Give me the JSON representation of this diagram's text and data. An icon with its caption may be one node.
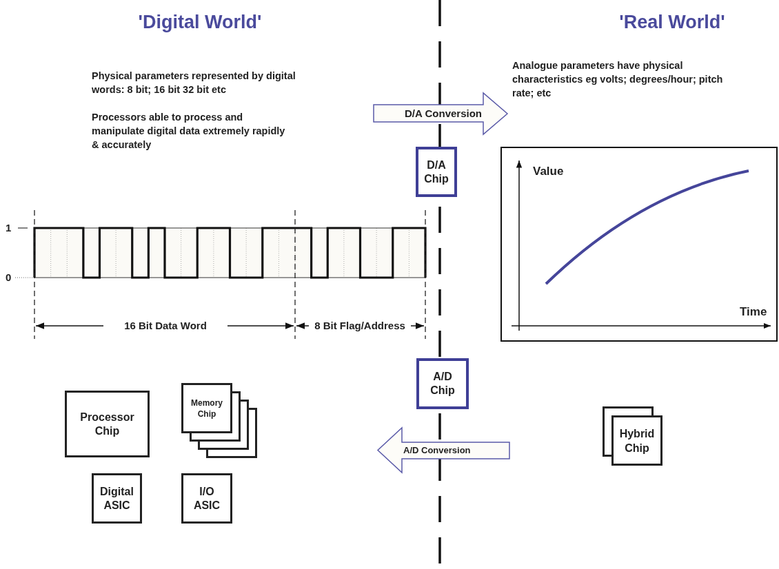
{
  "diagram": {
    "nodes": [
      {
        "text": [
          "D/A Conversion"
        ]
      },
      {
        "text": [
          "D/A Chip"
        ]
      },
      {
        "text": [
          "Value",
          "Time"
        ]
      },
      {
        "text": [
          "A/D Chip"
        ]
      },
      {
        "text": [
          "Processor Chip"
        ]
      },
      {
        "text": [
          "Memory Chip"
        ]
      },
      {
        "text": [
          "A/D Conversion"
        ]
      },
      {
        "text": [
          "Hybrid Chip"
        ]
      },
      {
        "text": [
          "Digital ASIC"
        ]
      },
      {
        "text": [
          "I/O ASIC"
        ]
      }
    ],
    "edges": [],
    "labels": [
      "'Digital World'",
      "'Real World'",
      "Physical parameters represented by digital words: 8 bit; 16 bit 32 bit etc",
      "Analogue parameters have physical characteristics eg volts; degrees/hour; pitch rate; etc",
      "Processors able to process and manipulate digital data extremely rapidly & accurately",
      "1",
      "0",
      "16 Bit Data Word",
      "8 Bit Flag/Address"
    ]
  }
}
